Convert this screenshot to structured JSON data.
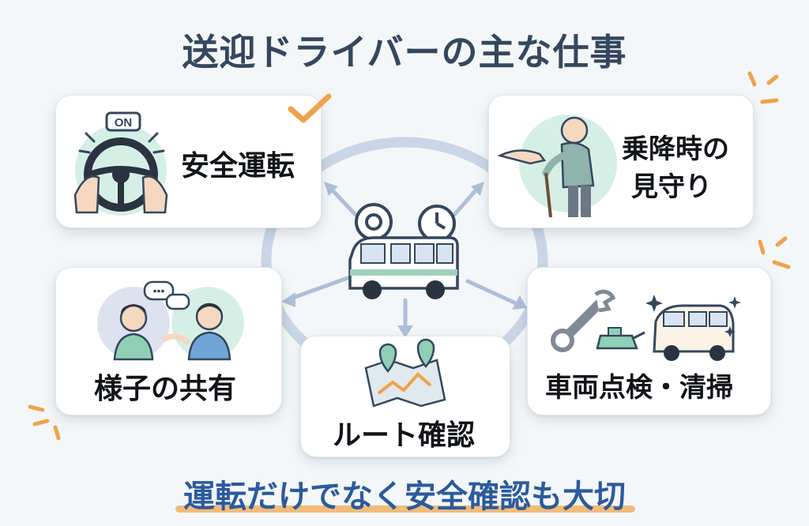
{
  "title": "送迎ドライバーの主な仕事",
  "cards": {
    "safe_driving": {
      "label": "安全運転",
      "badge": "ON"
    },
    "boarding_watch": {
      "line1": "乗降時の",
      "line2": "見守り"
    },
    "sharing_status": {
      "label": "様子の共有"
    },
    "route_check": {
      "label": "ルート確認"
    },
    "vehicle_check": {
      "label": "車両点検・清掃"
    }
  },
  "footer": "運転だけでなく安全確認も大切",
  "colors": {
    "title": "#34475e",
    "footer": "#2c5a9c",
    "accent_orange": "#f0a24a",
    "mint": "#d6efe6",
    "arrow": "#aebfd8"
  },
  "icons": [
    "steering-wheel-icon",
    "elderly-person-icon",
    "people-talking-icon",
    "map-icon",
    "tools-car-icon",
    "van-clock-icon",
    "checkmark-icon"
  ]
}
